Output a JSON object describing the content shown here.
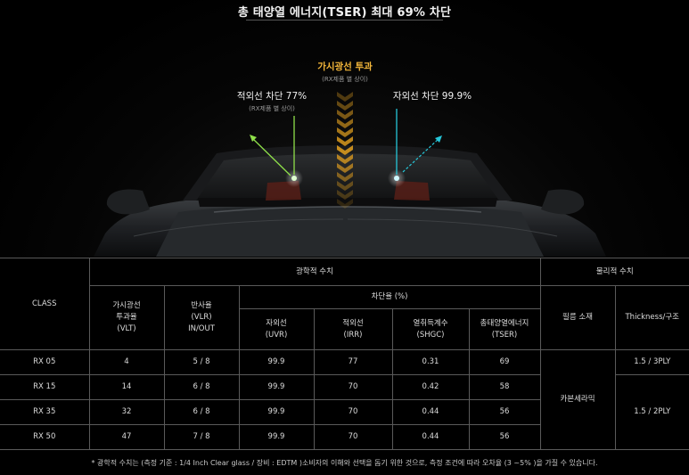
{
  "hero": {
    "title": "총 태양열 에너지(TSER) 최대 69% 차단",
    "center_callout": {
      "main": "가시광선 투과",
      "sub": "(RX제품 별 상이)"
    },
    "left_callout": {
      "main": "적외선 차단 77%",
      "sub": "(RX제품 별 상이)"
    },
    "right_callout": {
      "main": "자외선 차단 99.9%"
    },
    "colors": {
      "infrared": "#8fe04a",
      "visible": "#e8a623",
      "uv": "#26c7d9"
    }
  },
  "table": {
    "class_header": "CLASS",
    "optical_header": "광학적 수치",
    "physical_header": "물리적 수치",
    "blocking_header": "차단율 (%)",
    "vlt_header": [
      "가시광선",
      "투과율",
      "(VLT)"
    ],
    "vlr_header": [
      "반사율",
      "(VLR)",
      "IN/OUT"
    ],
    "uvr_header": [
      "자외선",
      "(UVR)"
    ],
    "irr_header": [
      "적외선",
      "(IRR)"
    ],
    "shgc_header": [
      "열취득계수",
      "(SHGC)"
    ],
    "tser_header": [
      "총태양열에너지",
      "(TSER)"
    ],
    "material_header": "필름 소재",
    "thickness_header": "Thickness/구조",
    "material_value": "카본세라믹",
    "thickness_3ply": "1.5 / 3PLY",
    "thickness_2ply": "1.5 / 2PLY",
    "rows": [
      {
        "cls": "RX 05",
        "vlt": "4",
        "vlr": "5 / 8",
        "uvr": "99.9",
        "irr": "77",
        "shgc": "0.31",
        "tser": "69"
      },
      {
        "cls": "RX 15",
        "vlt": "14",
        "vlr": "6 / 8",
        "uvr": "99.9",
        "irr": "70",
        "shgc": "0.42",
        "tser": "58"
      },
      {
        "cls": "RX 35",
        "vlt": "32",
        "vlr": "6 / 8",
        "uvr": "99.9",
        "irr": "70",
        "shgc": "0.44",
        "tser": "56"
      },
      {
        "cls": "RX 50",
        "vlt": "47",
        "vlr": "7 / 8",
        "uvr": "99.9",
        "irr": "70",
        "shgc": "0.44",
        "tser": "56"
      }
    ]
  },
  "footnote": "* 광학적 수치는 (측정 기준 : 1/4 Inch Clear glass / 장비 : EDTM )소비자의 이해와 선택을 돕기 위한 것으로, 측정 조건에 따라 오차율 (3 ~5% )을 가질 수 있습니다."
}
